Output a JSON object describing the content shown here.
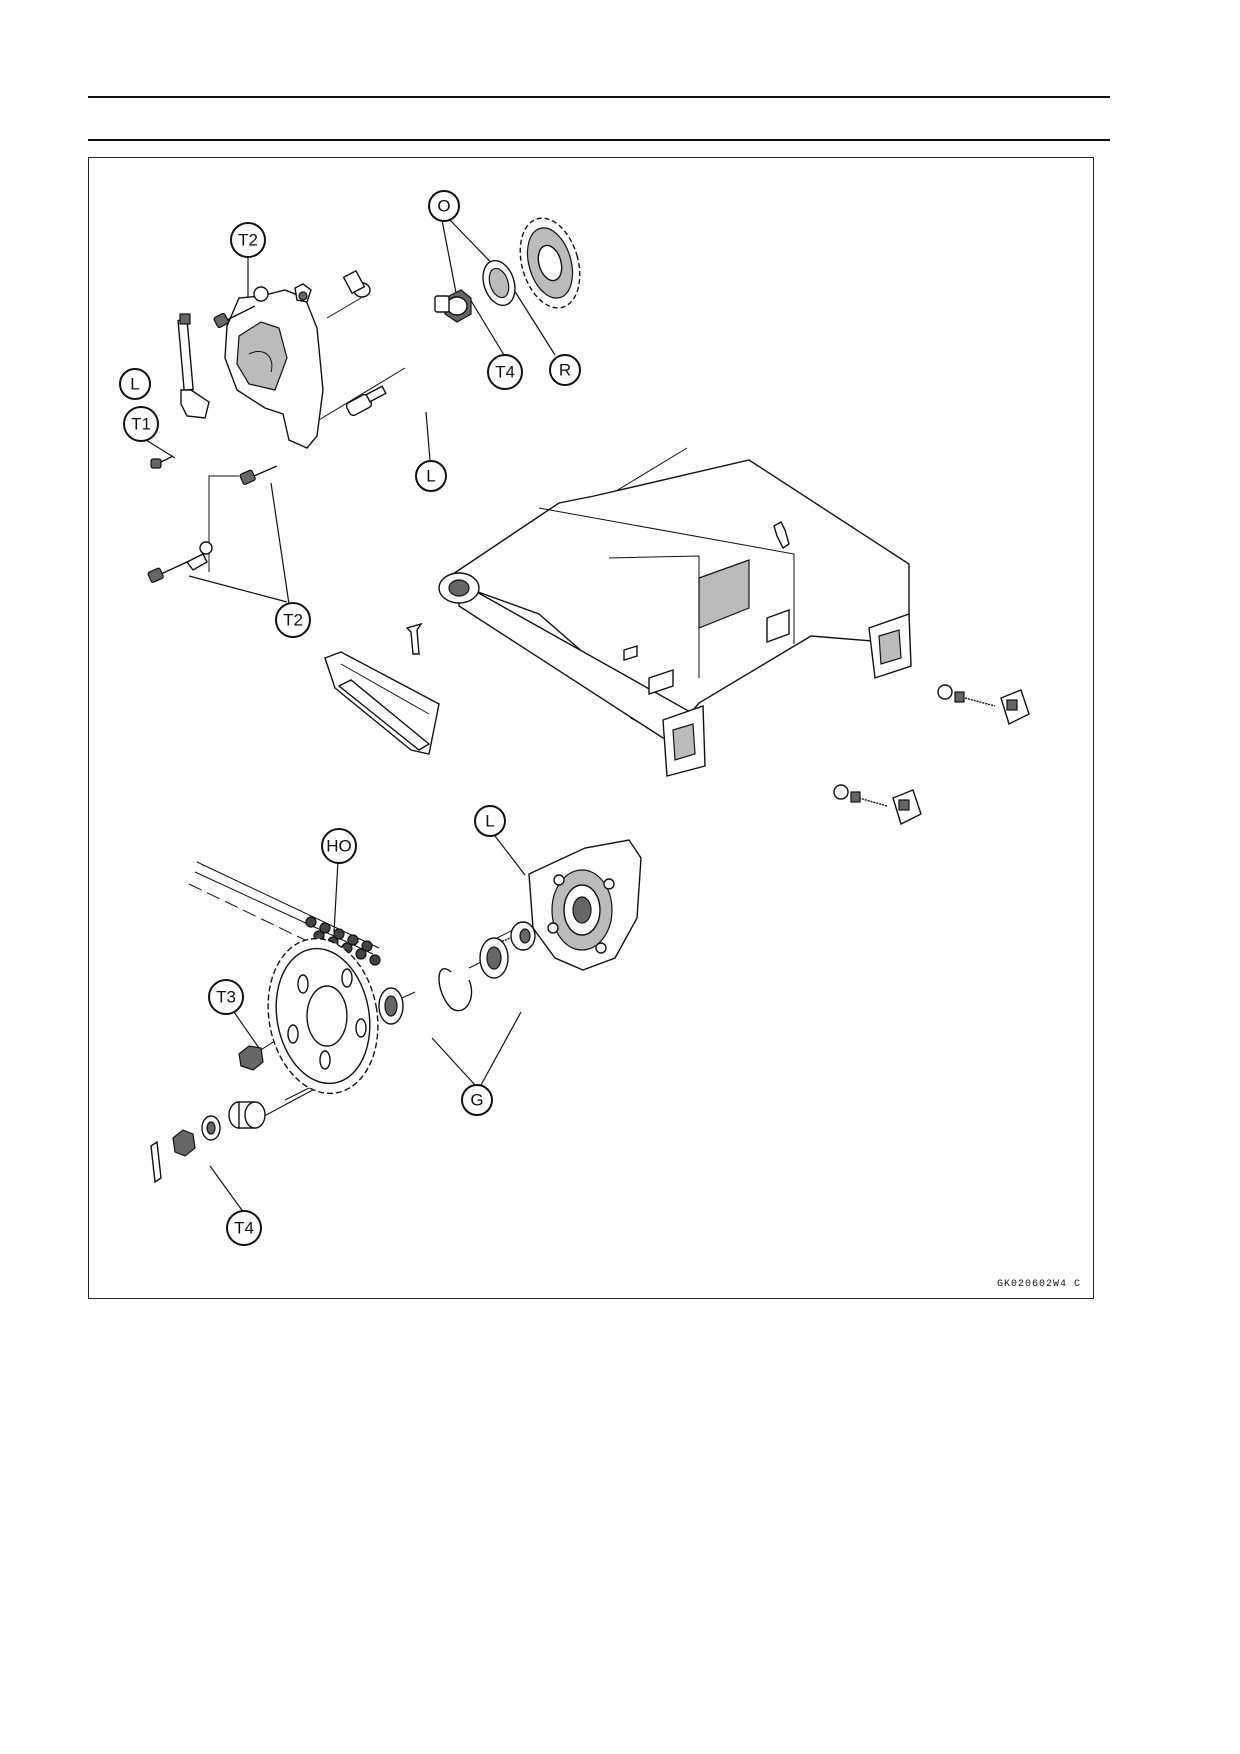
{
  "figure": {
    "code": "GK020602W4  C",
    "callouts": {
      "t2_top": "T2",
      "o": "O",
      "l_left": "L",
      "t1": "T1",
      "t4_top": "T4",
      "r": "R",
      "l_mid": "L",
      "t2_bottom": "T2",
      "ho": "HO",
      "l_hub": "L",
      "t3": "T3",
      "g": "G",
      "t4_bottom": "T4"
    }
  }
}
